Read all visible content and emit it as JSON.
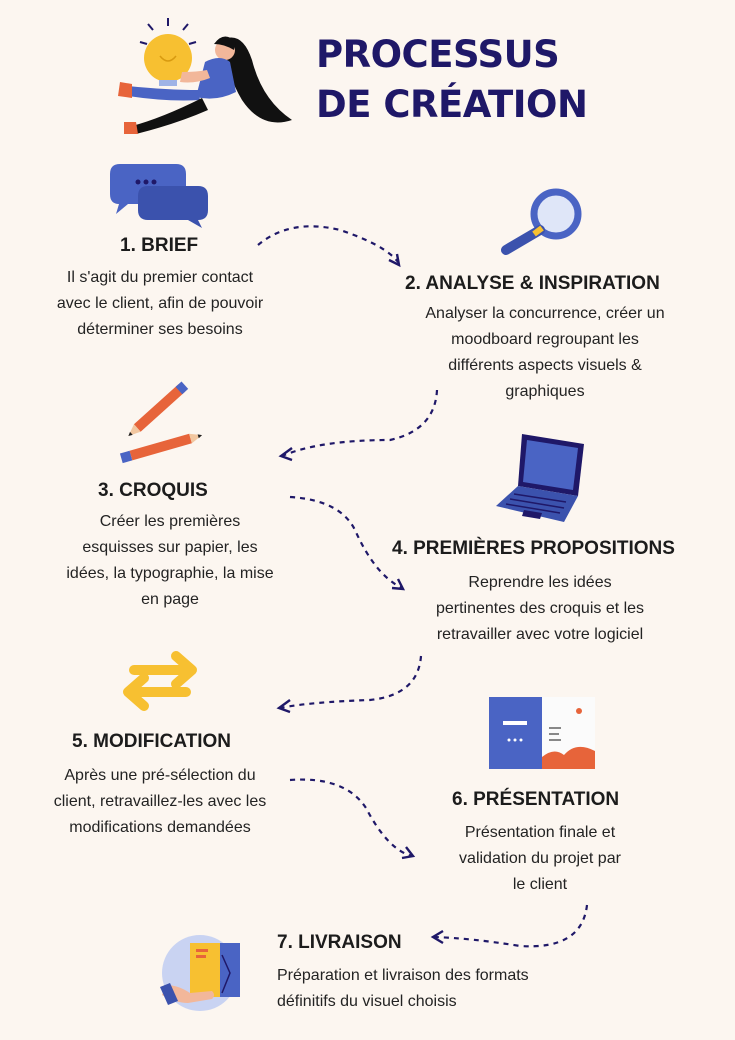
{
  "title": {
    "line1": "PROCESSUS",
    "line2": "DE CRÉATION"
  },
  "steps": [
    {
      "title": "1. BRIEF",
      "lines": [
        "Il s'agit du premier contact",
        "avec le client, afin de pouvoir",
        "déterminer ses besoins"
      ],
      "icon": "speech-bubbles-icon"
    },
    {
      "title": "2. ANALYSE & INSPIRATION",
      "lines": [
        "Analyser la concurrence, créer un",
        "moodboard regroupant les",
        "différents aspects visuels &",
        "graphiques"
      ],
      "icon": "magnifying-glass-icon"
    },
    {
      "title": "3. CROQUIS",
      "lines": [
        "Créer les premières",
        "esquisses sur papier, les",
        "idées,  la typographie, la mise",
        "en page"
      ],
      "icon": "pencils-icon"
    },
    {
      "title": "4. PREMIÈRES PROPOSITIONS",
      "lines": [
        "Reprendre les idées",
        "pertinentes des croquis et les",
        "retravailler avec votre logiciel"
      ],
      "icon": "laptop-icon"
    },
    {
      "title": "5. MODIFICATION",
      "lines": [
        "Après une pré-sélection du",
        "client, retravaillez-les avec les",
        "modifications demandées"
      ],
      "icon": "swap-arrows-icon"
    },
    {
      "title": "6. PRÉSENTATION",
      "lines": [
        "Présentation finale et",
        "validation du  projet par",
        "le client"
      ],
      "icon": "brochure-icon"
    },
    {
      "title": "7. LIVRAISON",
      "lines": [
        "Préparation et livraison des formats",
        "définitifs du visuel choisis"
      ],
      "icon": "package-delivery-icon"
    }
  ],
  "colors": {
    "title": "#1f1868",
    "accent_blue": "#4a64c4",
    "accent_yellow": "#f7c031",
    "accent_orange": "#e7643a",
    "background": "#fcf6f0"
  }
}
